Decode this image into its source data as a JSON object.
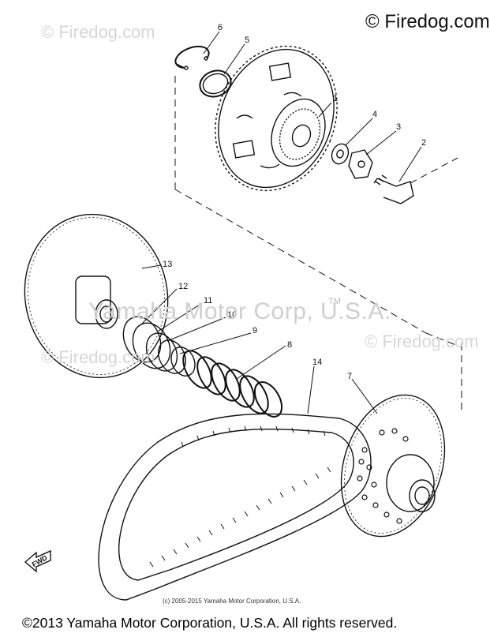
{
  "watermarks": {
    "top_left": "© Firedog.com",
    "top_right": "© Firedog.com",
    "mid_left": "© Firedog.com",
    "mid_right": "© Firedog.com",
    "center": "Yamaha Motor Corp, U.S.A.",
    "trademark": "TM"
  },
  "callouts": [
    {
      "id": "callout-1",
      "label": "1"
    },
    {
      "id": "callout-2",
      "label": "2"
    },
    {
      "id": "callout-3",
      "label": "3"
    },
    {
      "id": "callout-4",
      "label": "4"
    },
    {
      "id": "callout-5",
      "label": "5"
    },
    {
      "id": "callout-6",
      "label": "6"
    },
    {
      "id": "callout-7",
      "label": "7"
    },
    {
      "id": "callout-8",
      "label": "8"
    },
    {
      "id": "callout-9",
      "label": "9"
    },
    {
      "id": "callout-10",
      "label": "10"
    },
    {
      "id": "callout-11",
      "label": "11"
    },
    {
      "id": "callout-12",
      "label": "12"
    },
    {
      "id": "callout-13",
      "label": "13"
    },
    {
      "id": "callout-14",
      "label": "14"
    }
  ],
  "forward_arrow": "FWD",
  "small_copyright": "(c) 2005-2015 Yamaha Motor Corporation, U.S.A.",
  "footer_copyright": "©2013 Yamaha Motor Corporation, U.S.A. All rights reserved."
}
